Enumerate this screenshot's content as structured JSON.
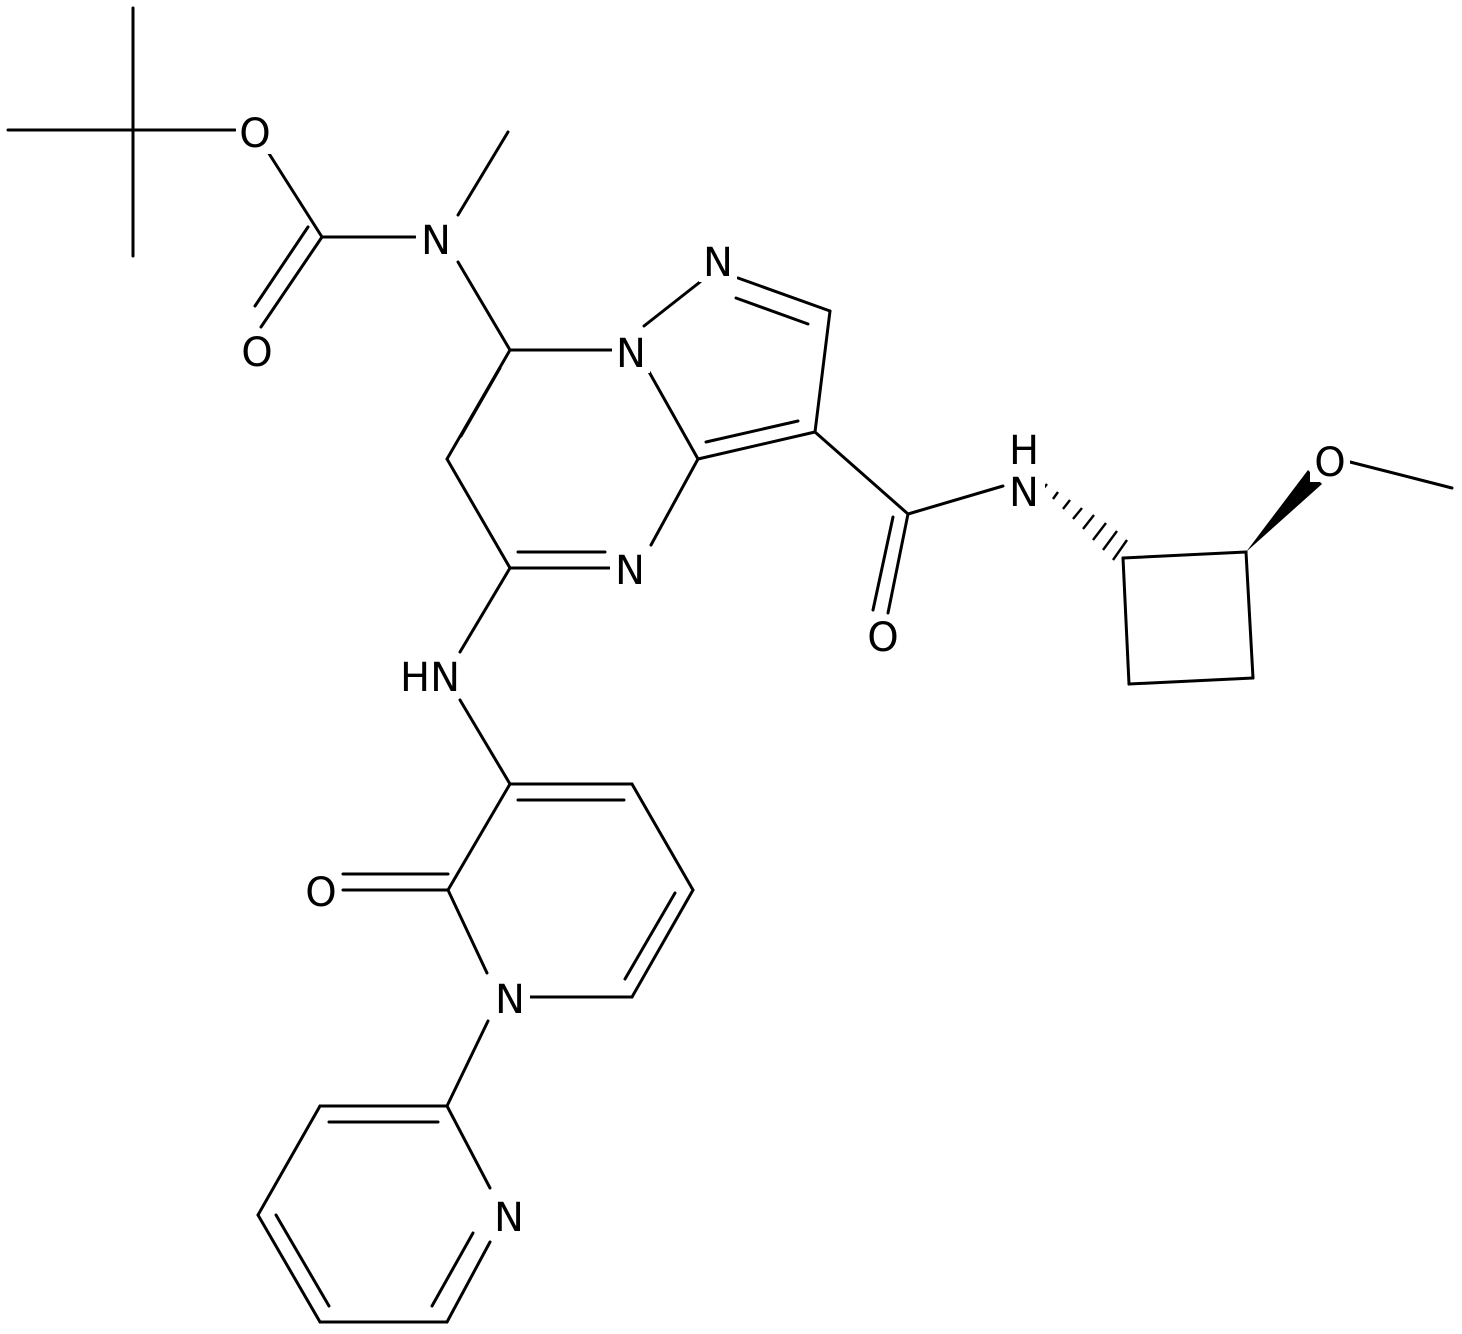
{
  "atoms": [
    {
      "id": "O_ester",
      "label": "O"
    },
    {
      "id": "O_boc_carbonyl",
      "label": "O"
    },
    {
      "id": "N_carbamate",
      "label": "N"
    },
    {
      "id": "N_pyrazole_2",
      "label": "N"
    },
    {
      "id": "N_bridge",
      "label": "N"
    },
    {
      "id": "N_pyrimidine",
      "label": "N"
    },
    {
      "id": "NH_amide",
      "label": "N"
    },
    {
      "id": "H_amide",
      "label": "H"
    },
    {
      "id": "O_amide",
      "label": "O"
    },
    {
      "id": "O_methoxy",
      "label": "O"
    },
    {
      "id": "HN_amine",
      "label": "HN"
    },
    {
      "id": "O_pyridone",
      "label": "O"
    },
    {
      "id": "N_pyridone",
      "label": "N"
    },
    {
      "id": "N_pyridine",
      "label": "N"
    }
  ],
  "colors": {
    "bond": "#000000",
    "background": "#ffffff"
  }
}
